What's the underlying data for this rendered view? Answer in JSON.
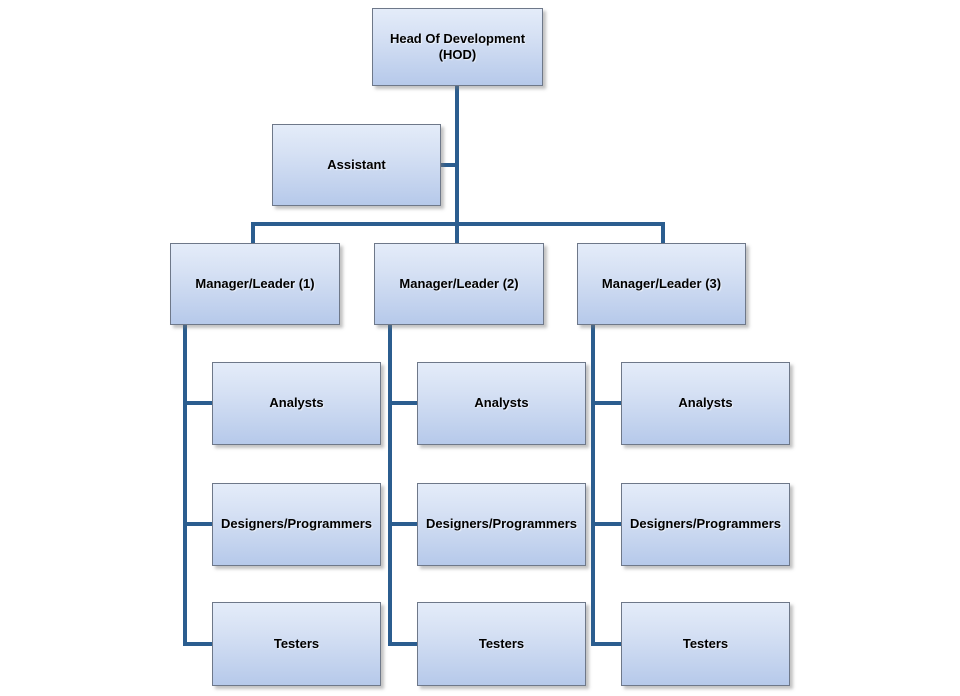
{
  "diagram": {
    "type": "org-chart",
    "background": "#ffffff",
    "colors": {
      "node_fill_top": "#e4ecf9",
      "node_fill_bottom": "#b6c9ea",
      "node_border": "#6e7889",
      "connector": "#2b5d8f",
      "label_text": "#000000"
    },
    "nodes": {
      "hod": {
        "label": "Head Of Development (HOD)"
      },
      "assistant": {
        "label": "Assistant"
      },
      "managers": [
        {
          "label": "Manager/Leader (1)",
          "children": [
            {
              "label": "Analysts"
            },
            {
              "label": "Designers/Programmers"
            },
            {
              "label": "Testers"
            }
          ]
        },
        {
          "label": "Manager/Leader (2)",
          "children": [
            {
              "label": "Analysts"
            },
            {
              "label": "Designers/Programmers"
            },
            {
              "label": "Testers"
            }
          ]
        },
        {
          "label": "Manager/Leader (3)",
          "children": [
            {
              "label": "Analysts"
            },
            {
              "label": "Designers/Programmers"
            },
            {
              "label": "Testers"
            }
          ]
        }
      ]
    }
  }
}
